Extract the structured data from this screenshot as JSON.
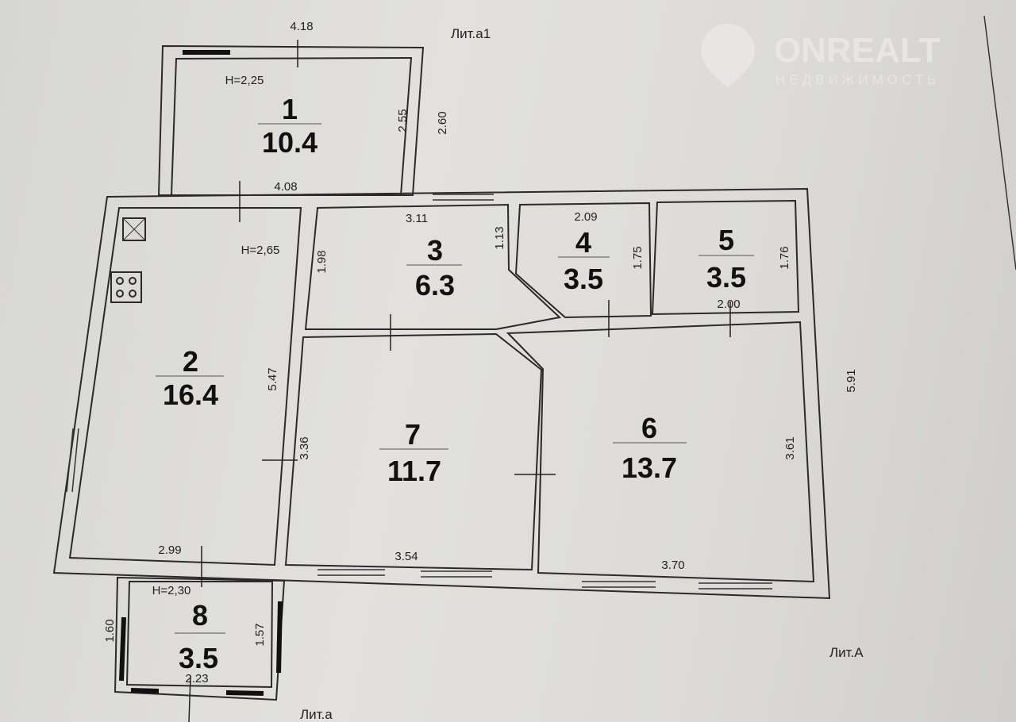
{
  "watermark": {
    "brand": "ONREALT",
    "subtitle": "НЕДВИЖИМОСТЬ"
  },
  "labels": {
    "lit_a1": "Лит.а1",
    "lit_A": "Лит.А",
    "lit_a": "Лит.а"
  },
  "rooms": [
    {
      "number": "1",
      "area": "10.4",
      "height": "H=2,25"
    },
    {
      "number": "2",
      "area": "16.4",
      "height": "H=2,65"
    },
    {
      "number": "3",
      "area": "6.3"
    },
    {
      "number": "4",
      "area": "3.5"
    },
    {
      "number": "5",
      "area": "3.5"
    },
    {
      "number": "6",
      "area": "13.7"
    },
    {
      "number": "7",
      "area": "11.7"
    },
    {
      "number": "8",
      "area": "3.5",
      "height": "H=2,30"
    }
  ],
  "dimensions": {
    "r1_top": "4.18",
    "r1_right_in": "2.55",
    "r1_right_out": "2.60",
    "r1_bottom": "4.08",
    "r2_right": "5.47",
    "r2_bottom": "2.99",
    "r3_top": "3.11",
    "r3_left": "1.98",
    "r3_right": "1.13",
    "r4_top": "2.09",
    "r4_right": "1.75",
    "r5_right": "1.76",
    "r5_bottom": "2.00",
    "r7_left": "3.36",
    "r7_bottom": "3.54",
    "r6_right": "3.61",
    "r6_bottom": "3.70",
    "overall_right": "5.91",
    "r8_left": "1.60",
    "r8_right": "1.57",
    "r8_bottom": "2.23"
  }
}
